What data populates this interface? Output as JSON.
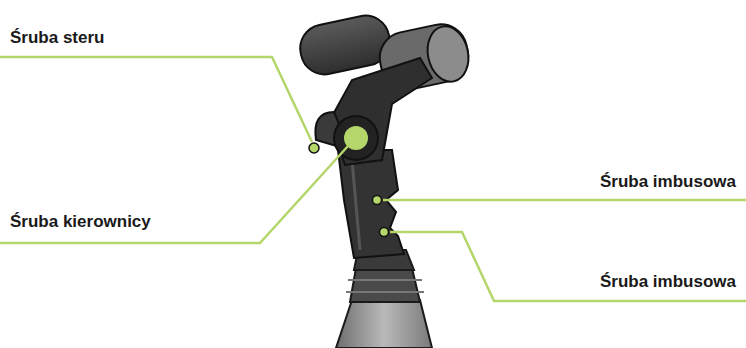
{
  "diagram": {
    "labels": [
      "Śruba steru",
      "Śruba kierownicy",
      "Śruba imbusowa",
      "Śruba imbusowa"
    ]
  }
}
